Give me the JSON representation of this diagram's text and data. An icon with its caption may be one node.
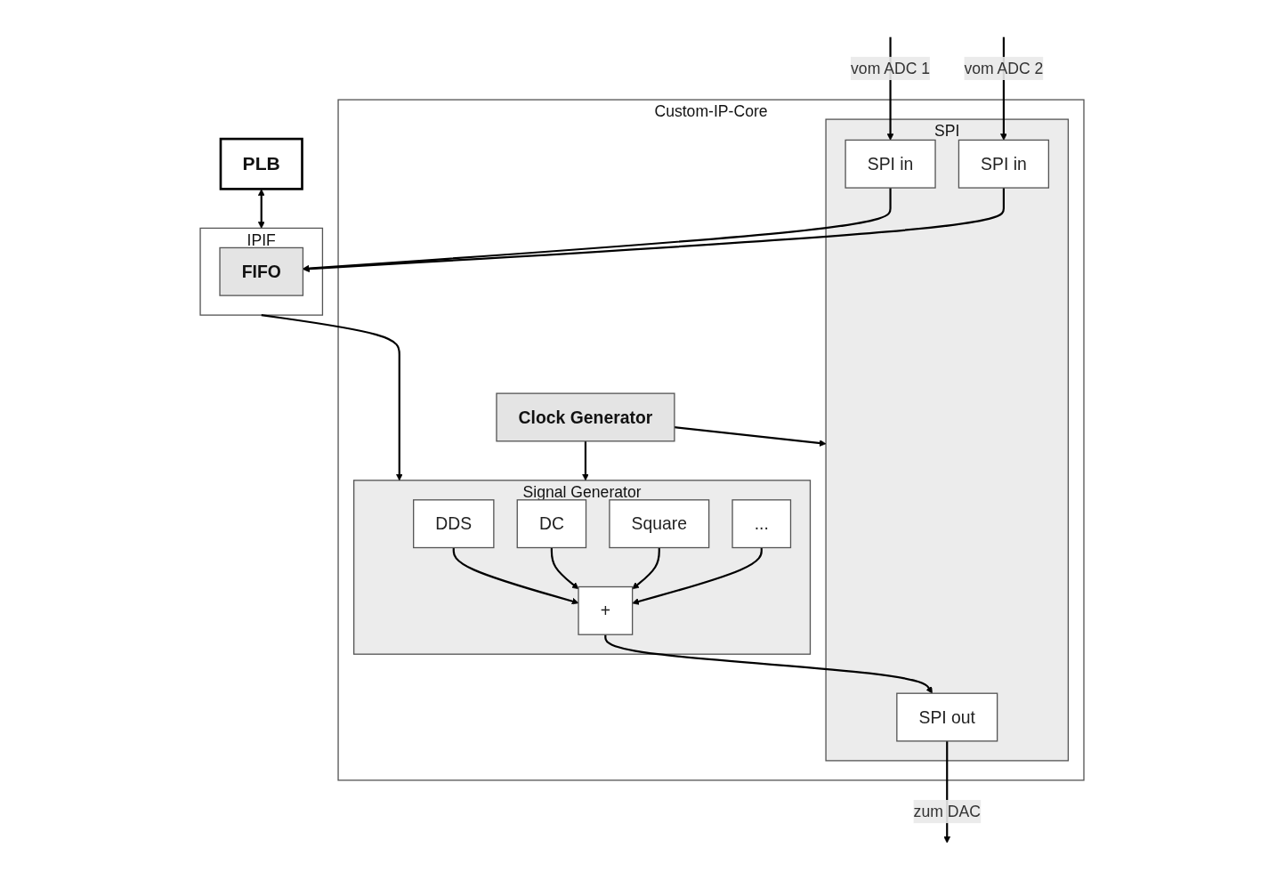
{
  "diagram": {
    "nodes": [
      {
        "text": [
          "PLB"
        ]
      },
      {
        "text": [
          "IPIF"
        ]
      },
      {
        "text": [
          "FIFO"
        ],
        "in": 1
      },
      {
        "text": [
          "Custom-IP-Core"
        ]
      },
      {
        "text": [
          "Signal Generator"
        ],
        "in": 3
      },
      {
        "text": [
          "DDS"
        ],
        "in": 4
      },
      {
        "text": [
          "DC"
        ],
        "in": 4
      },
      {
        "text": [
          "Square"
        ],
        "in": 4
      },
      {
        "text": [
          "..."
        ],
        "in": 4
      },
      {
        "text": [
          "+"
        ],
        "in": 4
      },
      {
        "text": [
          "Clock Generator"
        ],
        "in": 3
      },
      {
        "text": [
          "SPI"
        ],
        "in": 3
      },
      {
        "text": [
          "SPI out"
        ],
        "in": 11
      },
      {
        "text": [
          "SPI in"
        ],
        "in": 11
      },
      {
        "text": [
          "SPI in"
        ],
        "in": 11
      }
    ],
    "edges": [
      {
        "from": 0,
        "to": 1,
        "arrow": "both"
      },
      {
        "from": 1,
        "to": 4,
        "arrow": "to"
      },
      {
        "from": 5,
        "to": 9,
        "arrow": "to"
      },
      {
        "from": 6,
        "to": 9,
        "arrow": "to"
      },
      {
        "from": 7,
        "to": 9,
        "arrow": "to"
      },
      {
        "from": 8,
        "to": 9,
        "arrow": "to"
      },
      {
        "from": 10,
        "to": 4,
        "arrow": "to"
      },
      {
        "from": 9,
        "to": 12,
        "arrow": "to"
      },
      {
        "from": 10,
        "to": 11,
        "arrow": "to"
      },
      {
        "from": 12,
        "to": null,
        "arrow": "to",
        "label": "zum DAC"
      },
      {
        "from": null,
        "to": 13,
        "arrow": "to",
        "label": "vom ADC 1"
      },
      {
        "from": null,
        "to": 14,
        "arrow": "to",
        "label": "vom ADC 2"
      },
      {
        "from": 13,
        "to": 2,
        "arrow": "to"
      },
      {
        "from": 14,
        "to": 2,
        "arrow": "to"
      }
    ]
  }
}
